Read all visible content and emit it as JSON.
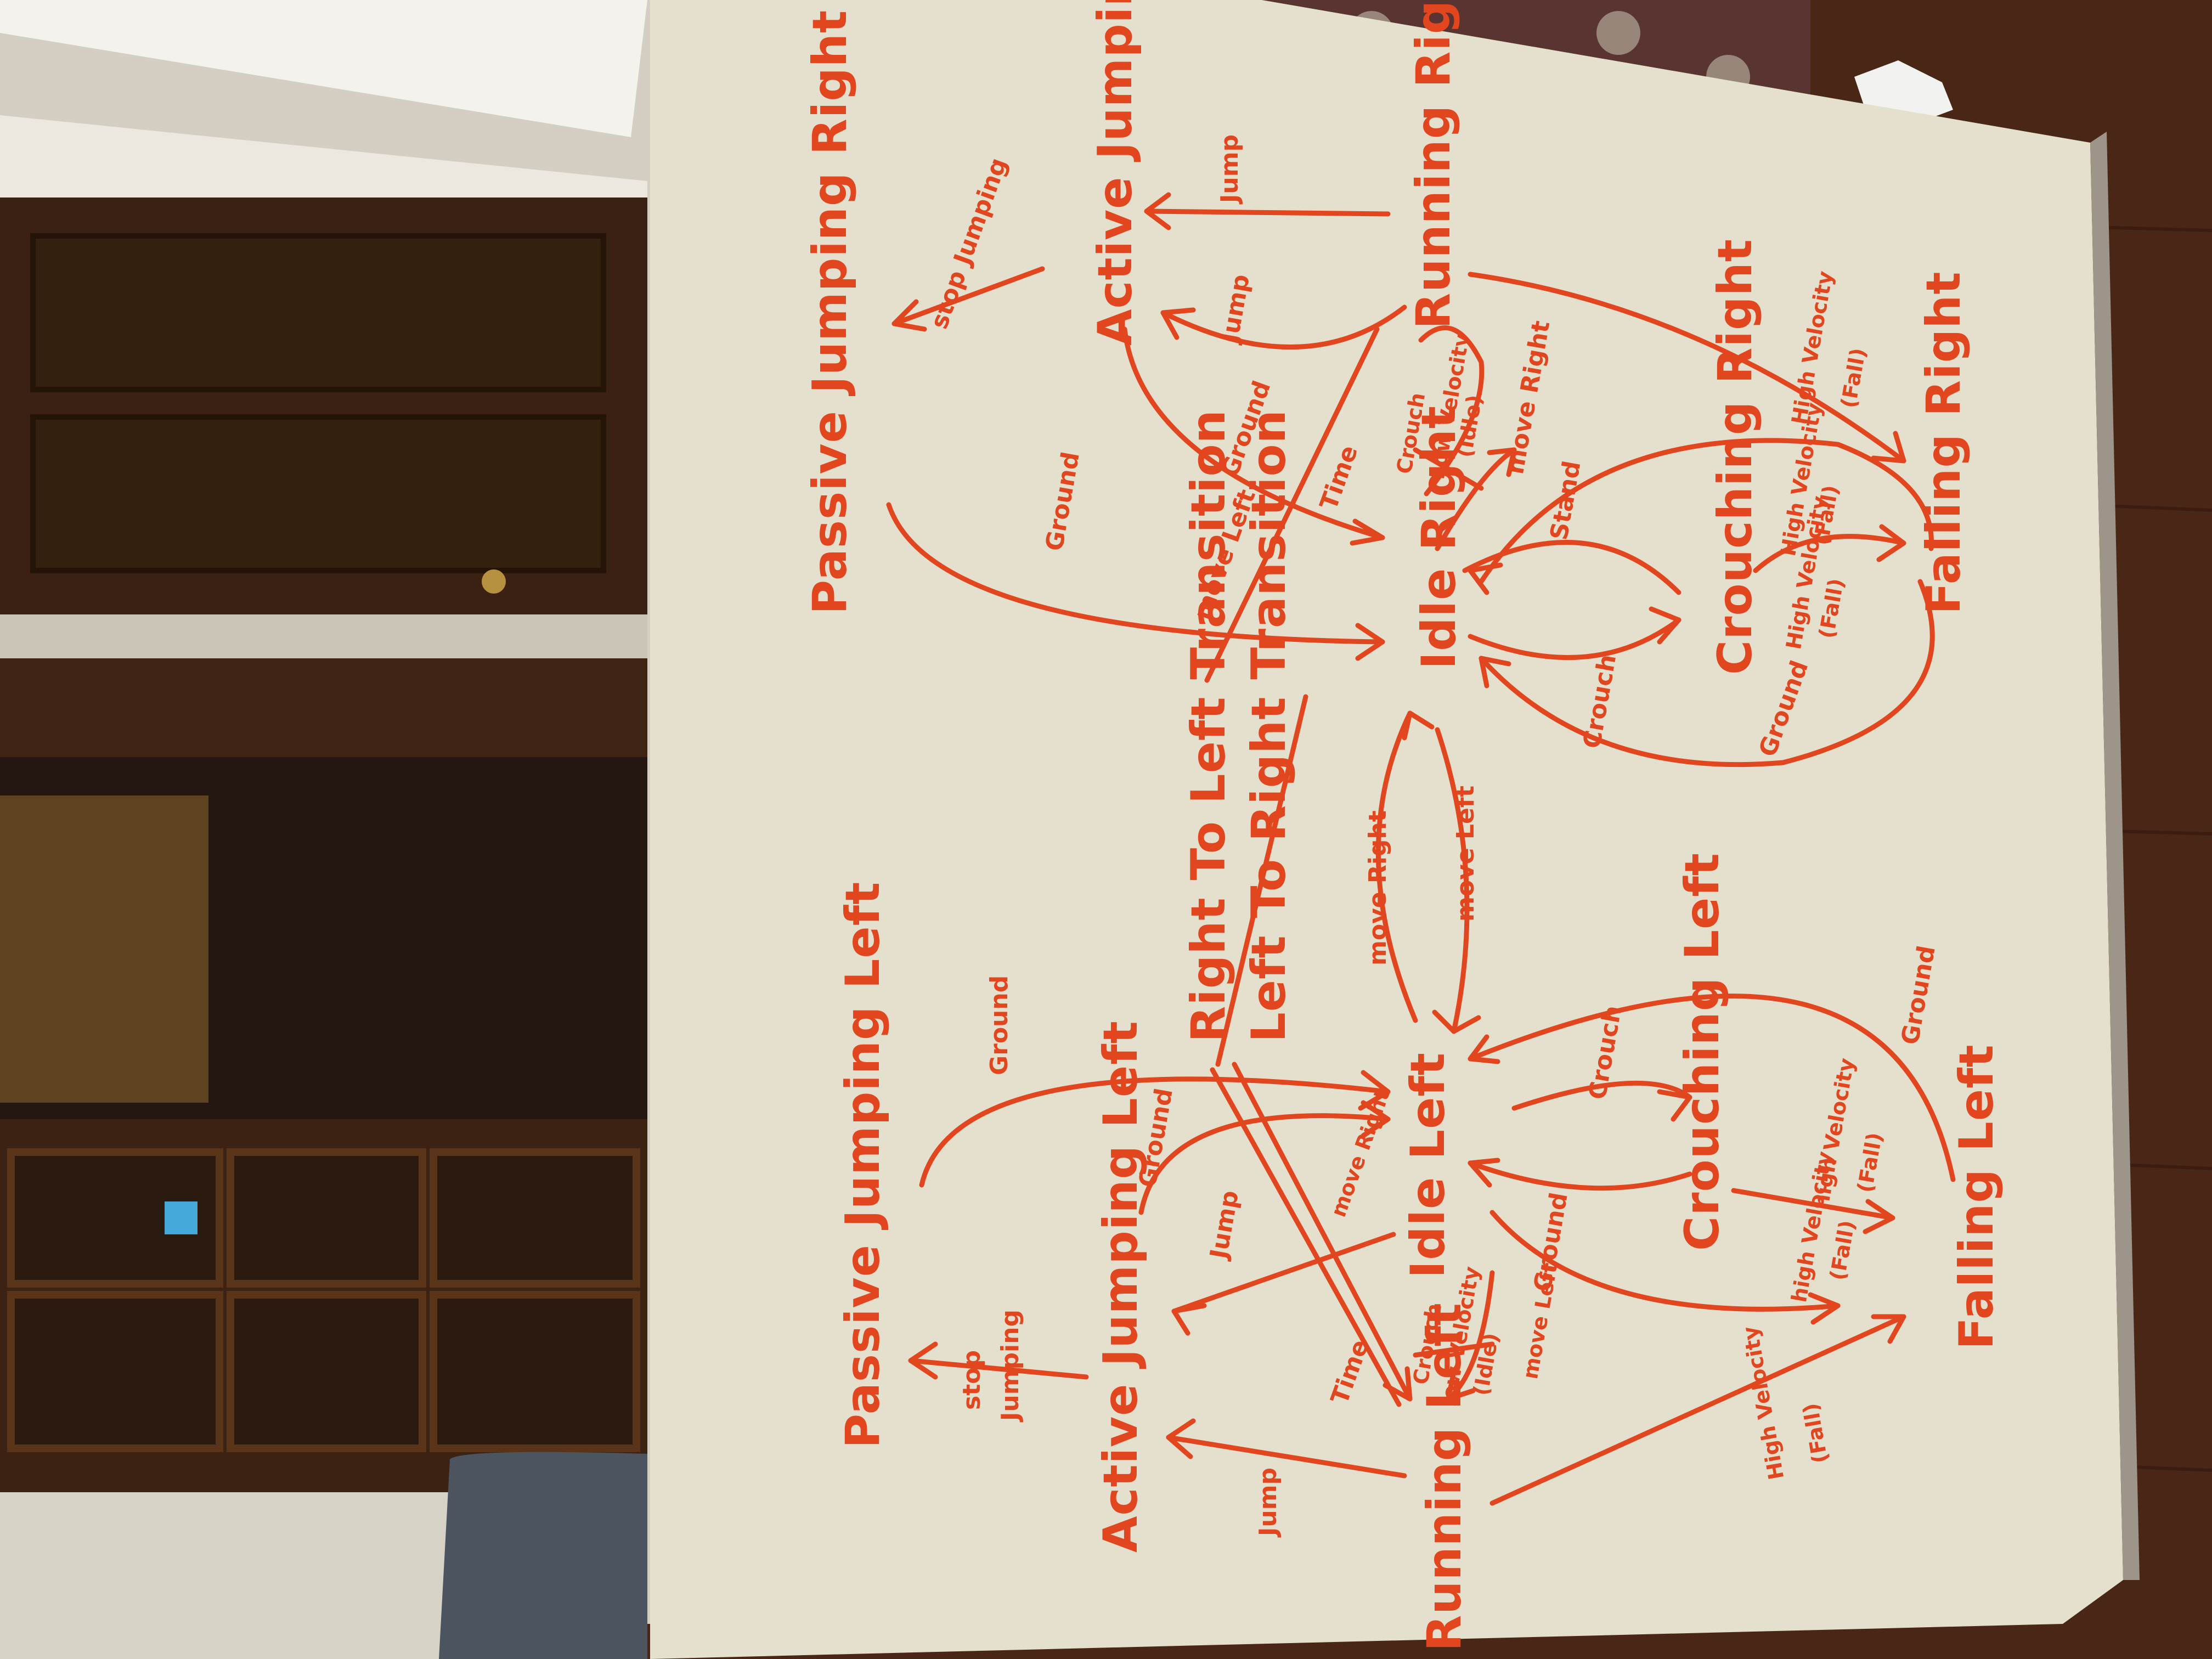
{
  "photo": {
    "colors": {
      "board": "#e5dfcd",
      "marker": "#e2461f",
      "floor": "#4a2616",
      "door": "#3b2113",
      "wall": "#d9d4c8"
    },
    "objects": [
      "whiteboard",
      "door",
      "glass-door",
      "carpet",
      "wood-floor",
      "chair",
      "paper-ball"
    ]
  },
  "whiteboard": {
    "states": {
      "passive_jumping_right": "Passive Jumping Right",
      "active_jumping_right": "Active Jumping Right",
      "running_right": "Running Right",
      "idle_right": "Idle Right",
      "crouching_right": "Crouching Right",
      "falling_right": "Falling Right",
      "right_to_left_transition": "Right To Left Transition",
      "left_to_right_transition": "Left To Right Transition",
      "passive_jumping_left": "Passive Jumping Left",
      "active_jumping_left": "Active Jumping Left",
      "running_left": "Running Left",
      "idle_left": "Idle Left",
      "crouching_left": "Crouching Left",
      "falling_left": "Falling Left"
    },
    "transitions": {
      "stop_jumping_r": "stop Jumping",
      "jump_r1": "Jump",
      "jump_r2": "Jump",
      "ground_r1": "Ground",
      "ground_r2": "Ground",
      "ground_r3": "Ground",
      "time_r": "Time",
      "move_left_r1": "move Left",
      "move_left_r2": "move Left",
      "move_right_r": "move Right",
      "crouch_r1": "Crouch",
      "low_velocity_r": "Low Velocity",
      "idle_note_r": "(Idle)",
      "stand_r": "Stand",
      "crouch_r2": "Crouch",
      "high_velocity_r1": "High Velocity",
      "fall_r1": "(Fall)",
      "high_velocity_r2": "High Velocity",
      "fall_r2": "(Fall)",
      "high_velocity_r3": "High Velocity",
      "fall_r3": "(Fall)",
      "move_right_c": "move Right",
      "stop_jumping_l1": "stop",
      "stop_jumping_l2": "Jumping",
      "ground_l1": "Ground",
      "ground_l2": "Ground",
      "ground_l3": "Ground",
      "ground_l4": "Ground",
      "jump_l1": "Jump",
      "jump_l2": "Jump",
      "time_l": "Time",
      "move_right_l": "move Right",
      "move_left_l": "move Left",
      "crouch_l1": "Crouch",
      "low_velocity_l": "low Velocity",
      "idle_note_l": "(Idle)",
      "crouch_l2": "Crouch",
      "high_velocity_l1": "high Velocity",
      "fall_l1": "(Fall)",
      "high_velocity_l2": "high Velocity",
      "fall_l2": "(Fall)",
      "high_velocity_l3": "High Velocity",
      "fall_l3": "(Fall)"
    }
  }
}
